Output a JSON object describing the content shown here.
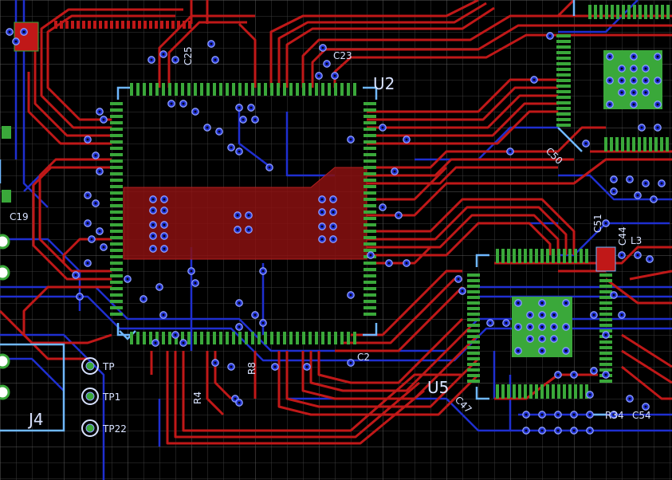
{
  "colors": {
    "background": "#000000",
    "grid": "#3a3a3a",
    "grid_major": "#6a6a6a",
    "top_copper": "#c01818",
    "bottom_copper": "#1f2fd0",
    "pad": "#3aa83a",
    "silkscreen": "#d8e2ff",
    "via_ring": "#8ea0ff",
    "pour": "#8a1111",
    "chip_outline": "#6fb8ff"
  },
  "labels": {
    "u2": "U2",
    "u5": "U5",
    "j4": "J4",
    "c23": "C23",
    "c25": "C25",
    "c50": "C50",
    "c51": "C51",
    "c44": "C44",
    "c47": "C47",
    "c54": "C54",
    "c19": "C19",
    "c2": "C2",
    "l3": "L3",
    "r34": "R34",
    "r4": "R4",
    "r8": "R8",
    "tp1": "TP1",
    "tp22": "TP22",
    "tp_partial": "TP"
  }
}
